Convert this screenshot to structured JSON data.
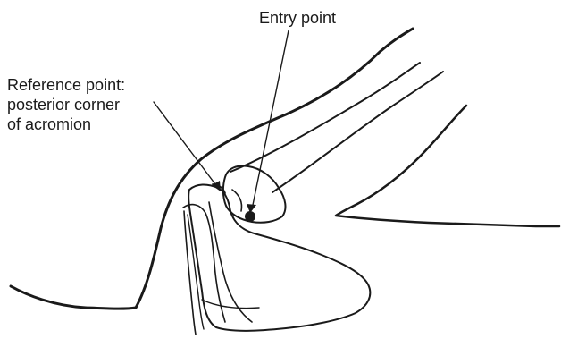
{
  "labels": {
    "entry_point": "Entry point",
    "reference_line1": "Reference point:",
    "reference_line2": "posterior corner",
    "reference_line3": "of acromion"
  },
  "colors": {
    "ink": "#1a1a1a",
    "background": "#ffffff"
  }
}
